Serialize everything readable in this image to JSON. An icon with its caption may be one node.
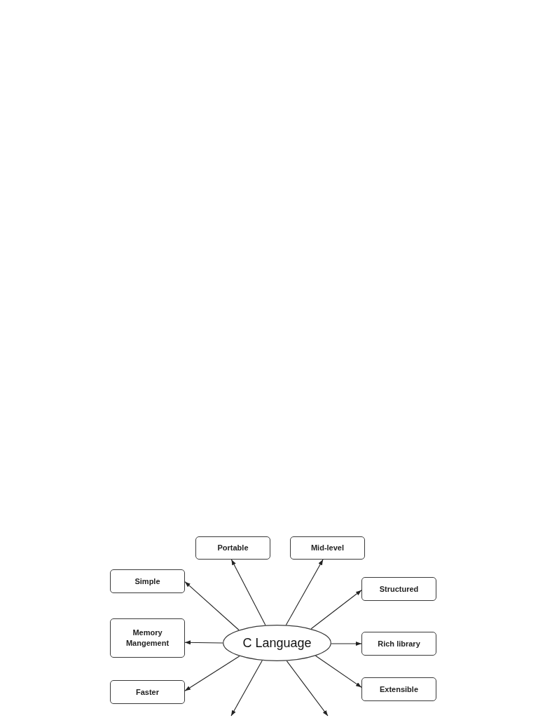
{
  "diagram": {
    "nodes": [
      {
        "text": [
          "Portable"
        ]
      },
      {
        "text": [
          "Mid-level"
        ]
      },
      {
        "text": [
          "Simple"
        ]
      },
      {
        "text": [
          "Structured"
        ]
      },
      {
        "text": [
          "Memory Mangement"
        ]
      },
      {
        "text": [
          "C Language"
        ]
      },
      {
        "text": [
          "Rich library"
        ]
      },
      {
        "text": [
          "Faster"
        ]
      },
      {
        "text": [
          "Extensible"
        ]
      }
    ],
    "edges": [
      {
        "from": 5,
        "to": 0,
        "arrow": "to"
      },
      {
        "from": 5,
        "to": 1,
        "arrow": "to"
      },
      {
        "from": 5,
        "to": 2,
        "arrow": "to"
      },
      {
        "from": 5,
        "to": 3,
        "arrow": "to"
      },
      {
        "from": 5,
        "to": 4,
        "arrow": "to"
      },
      {
        "from": 5,
        "to": 6,
        "arrow": "to"
      },
      {
        "from": 5,
        "to": 7,
        "arrow": "to"
      },
      {
        "from": 5,
        "to": 8,
        "arrow": "to"
      },
      {
        "from": 5,
        "to": null,
        "arrow": "to"
      },
      {
        "from": 5,
        "to": null,
        "arrow": "to"
      }
    ]
  }
}
